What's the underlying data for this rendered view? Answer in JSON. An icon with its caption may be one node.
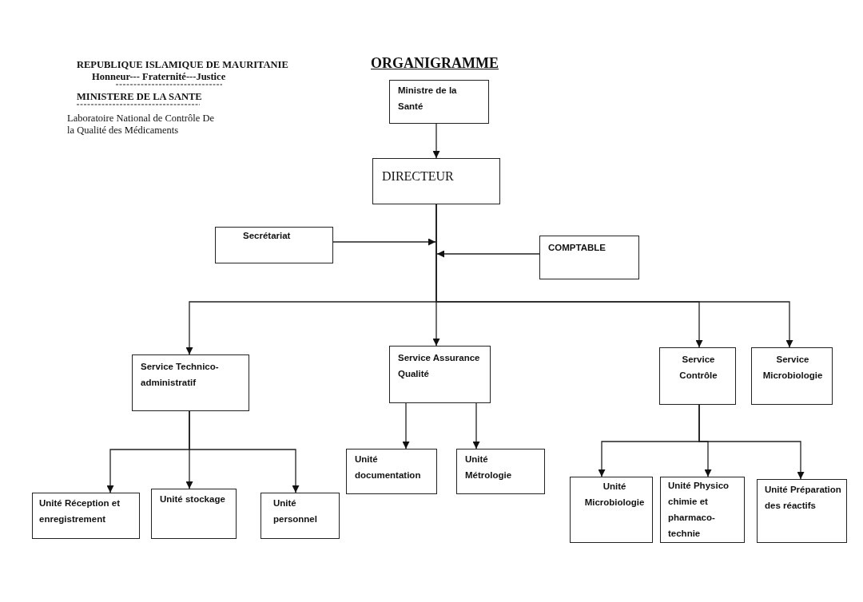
{
  "diagram": {
    "title": "ORGANIGRAMME",
    "nodes": [
      {
        "text": [
          "Ministre de la Santé"
        ]
      },
      {
        "text": [
          "DIRECTEUR"
        ]
      },
      {
        "text": [
          "Secrétariat"
        ]
      },
      {
        "text": [
          "COMPTABLE"
        ]
      },
      {
        "text": [
          "Service Technico-administratif"
        ]
      },
      {
        "text": [
          "Service Assurance Qualité"
        ]
      },
      {
        "text": [
          "Service Contrôle"
        ]
      },
      {
        "text": [
          "Service Microbiologie"
        ]
      },
      {
        "text": [
          "Unité Réception et enregistrement"
        ]
      },
      {
        "text": [
          "Unité stockage"
        ]
      },
      {
        "text": [
          "Unité personnel"
        ]
      },
      {
        "text": [
          "Unité documentation"
        ]
      },
      {
        "text": [
          "Unité Métrologie"
        ]
      },
      {
        "text": [
          "Unité Microbiologie"
        ]
      },
      {
        "text": [
          "Unité Physico chimie et pharmaco-technie"
        ]
      },
      {
        "text": [
          "Unité Préparation des réactifs"
        ]
      }
    ],
    "edges": [
      {
        "from": 0,
        "to": 1,
        "arrow": "to"
      },
      {
        "from": 2,
        "to": null,
        "arrow": "to"
      },
      {
        "from": 3,
        "to": null,
        "arrow": "to"
      },
      {
        "from": 1,
        "to": 4,
        "arrow": "to"
      },
      {
        "from": 1,
        "to": 5,
        "arrow": "to"
      },
      {
        "from": 1,
        "to": 6,
        "arrow": "to"
      },
      {
        "from": 1,
        "to": 7,
        "arrow": "to"
      },
      {
        "from": 4,
        "to": 8,
        "arrow": "to"
      },
      {
        "from": 4,
        "to": 9,
        "arrow": "to"
      },
      {
        "from": 4,
        "to": 10,
        "arrow": "to"
      },
      {
        "from": 5,
        "to": 11,
        "arrow": "to"
      },
      {
        "from": 5,
        "to": 12,
        "arrow": "to"
      },
      {
        "from": 6,
        "to": 13,
        "arrow": "to"
      },
      {
        "from": 6,
        "to": 14,
        "arrow": "to"
      },
      {
        "from": 6,
        "to": 15,
        "arrow": "to"
      }
    ],
    "labels": [
      "REPUBLIQUE ISLAMIQUE DE MAURITANIE",
      "Honneur--- Fraternité---Justice",
      "MINISTERE DE LA SANTE",
      "Laboratoire National de Contrôle De la Qualité des Médicaments"
    ]
  }
}
